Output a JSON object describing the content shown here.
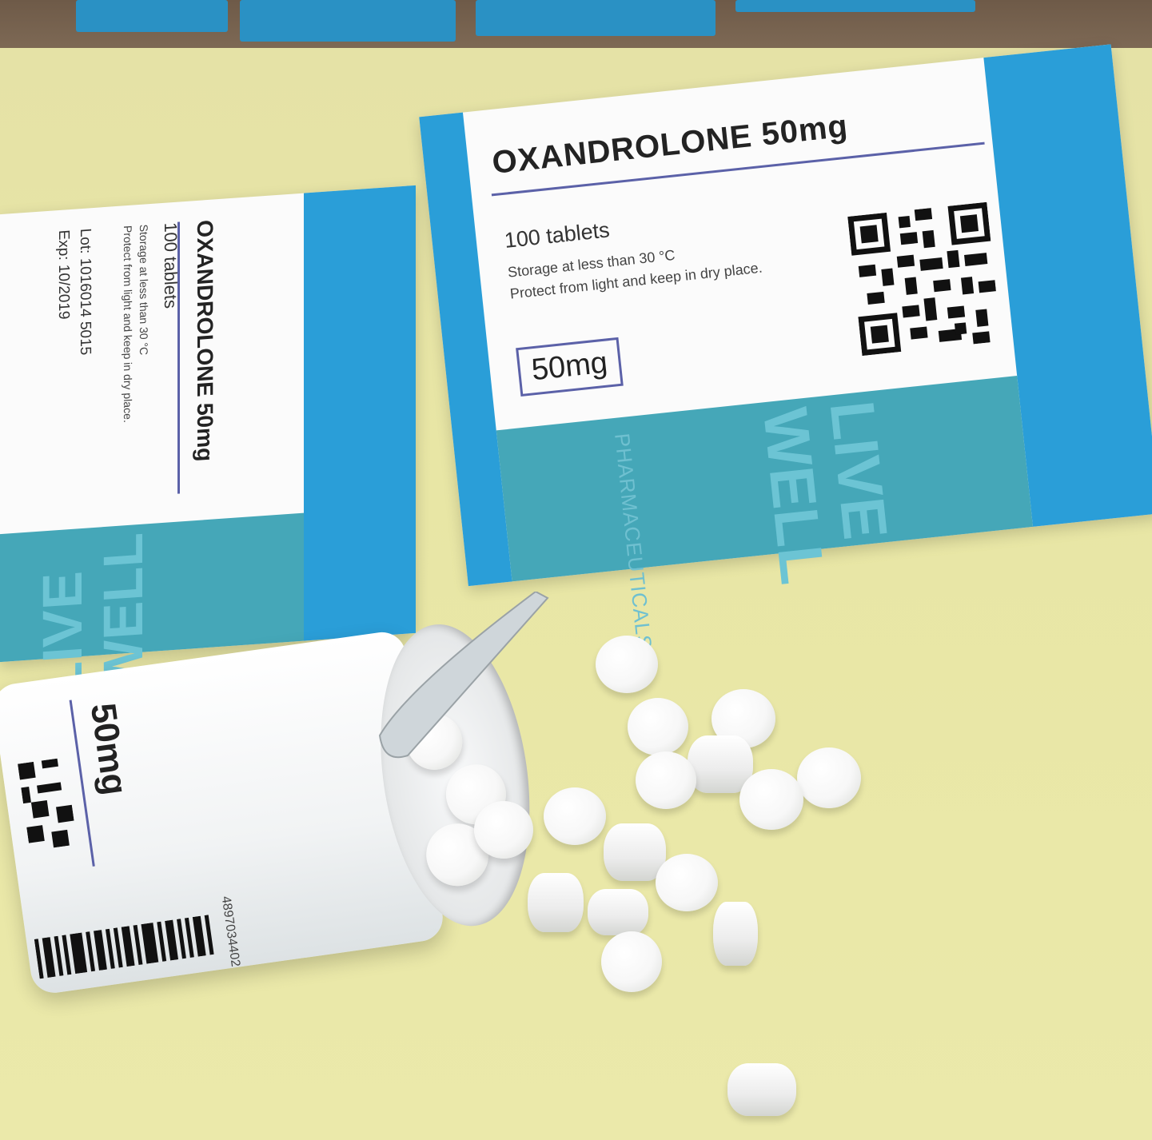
{
  "scene": {
    "box_right": {
      "title": "OXANDROLONE 50mg",
      "count": "100 tablets",
      "storage": "Storage at less than 30 °C",
      "protect": "Protect from light and keep in dry place.",
      "dose": "50mg",
      "brand_line1": "LIVE",
      "brand_line2": "WELL",
      "pharma": "PHARMACEUTICALS"
    },
    "box_left": {
      "title": "OXANDROLONE 50mg",
      "count": "100 tablets",
      "storage": "Storage at less than 30 °C",
      "protect": "Protect from light and keep in dry place.",
      "lot": "Lot: 1016014 5015",
      "exp": "Exp: 10/2019",
      "brand_line1": "LIVE",
      "brand_line2": "WELL"
    },
    "bottle": {
      "label": "50mg",
      "barcode_number": "4897034402"
    },
    "colors": {
      "accent_blue": "#2a9ed8",
      "teal_band": "#45a7b8",
      "rule_purple": "#5b61a8",
      "table": "#e8e6a5"
    }
  }
}
